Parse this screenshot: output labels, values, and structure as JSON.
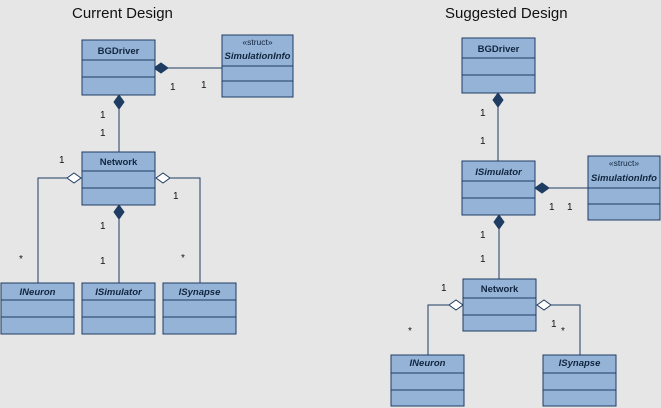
{
  "titles": {
    "current": "Current Design",
    "suggested": "Suggested Design"
  },
  "current": {
    "bgdriver": "BGDriver",
    "siminfo_stereo": "«struct»",
    "siminfo": "SimulationInfo",
    "network": "Network",
    "ineuron": "INeuron",
    "isimulator": "ISimulator",
    "isynapse": "ISynapse",
    "m_bg_si_a": "1",
    "m_bg_si_b": "1",
    "m_bg_net_a": "1",
    "m_bg_net_b": "1",
    "m_net_neuron_a": "1",
    "m_net_neuron_b": "*",
    "m_net_sim_a": "1",
    "m_net_sim_b": "1",
    "m_net_syn_a": "1",
    "m_net_syn_b": "*"
  },
  "suggested": {
    "bgdriver": "BGDriver",
    "isimulator": "ISimulator",
    "siminfo_stereo": "«struct»",
    "siminfo": "SimulationInfo",
    "network": "Network",
    "ineuron": "INeuron",
    "isynapse": "ISynapse",
    "m_bg_sim_a": "1",
    "m_bg_sim_b": "1",
    "m_sim_si_a": "1",
    "m_sim_si_b": "1",
    "m_sim_net_a": "1",
    "m_sim_net_b": "1",
    "m_net_neuron_a": "1",
    "m_net_neuron_b": "*",
    "m_net_syn_a": "1",
    "m_net_syn_b": "*"
  }
}
